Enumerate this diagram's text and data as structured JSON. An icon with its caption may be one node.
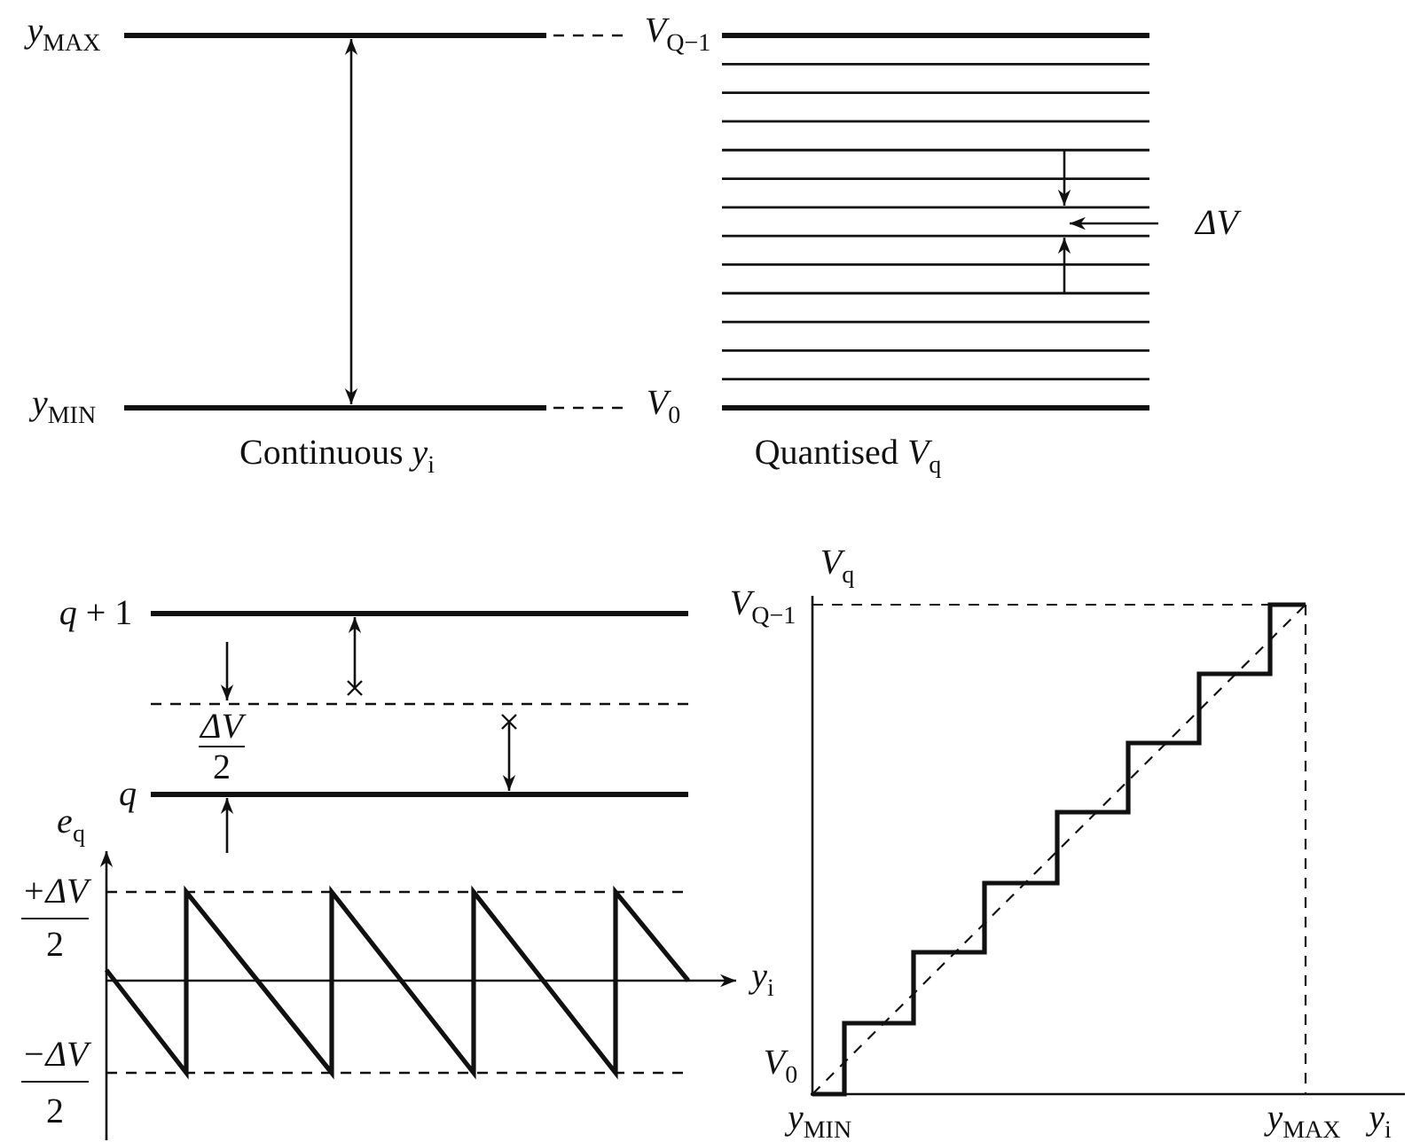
{
  "diagram": {
    "labels": [
      "*y*$_{MAX}$",
      "*V*$_{Q−1}$",
      "*y*$_{MIN}$",
      "*V*$_{0}$",
      "Continuous *y*$_{i}$",
      "ΔV",
      "Quantised *V*$_{q}$",
      "*q* + 1",
      "*V*$_{q}$",
      "*V*$_{Q−1}$",
      "ΔV",
      "2",
      "q",
      "*e*$_{q}$",
      "+ΔV",
      "2",
      "*y*$_{i}$",
      "−ΔV",
      "2",
      "*V*$_{0}$",
      "*y*$_{MIN}$",
      "*y*$_{MAX}$",
      "*y*$_{i}$"
    ]
  }
}
